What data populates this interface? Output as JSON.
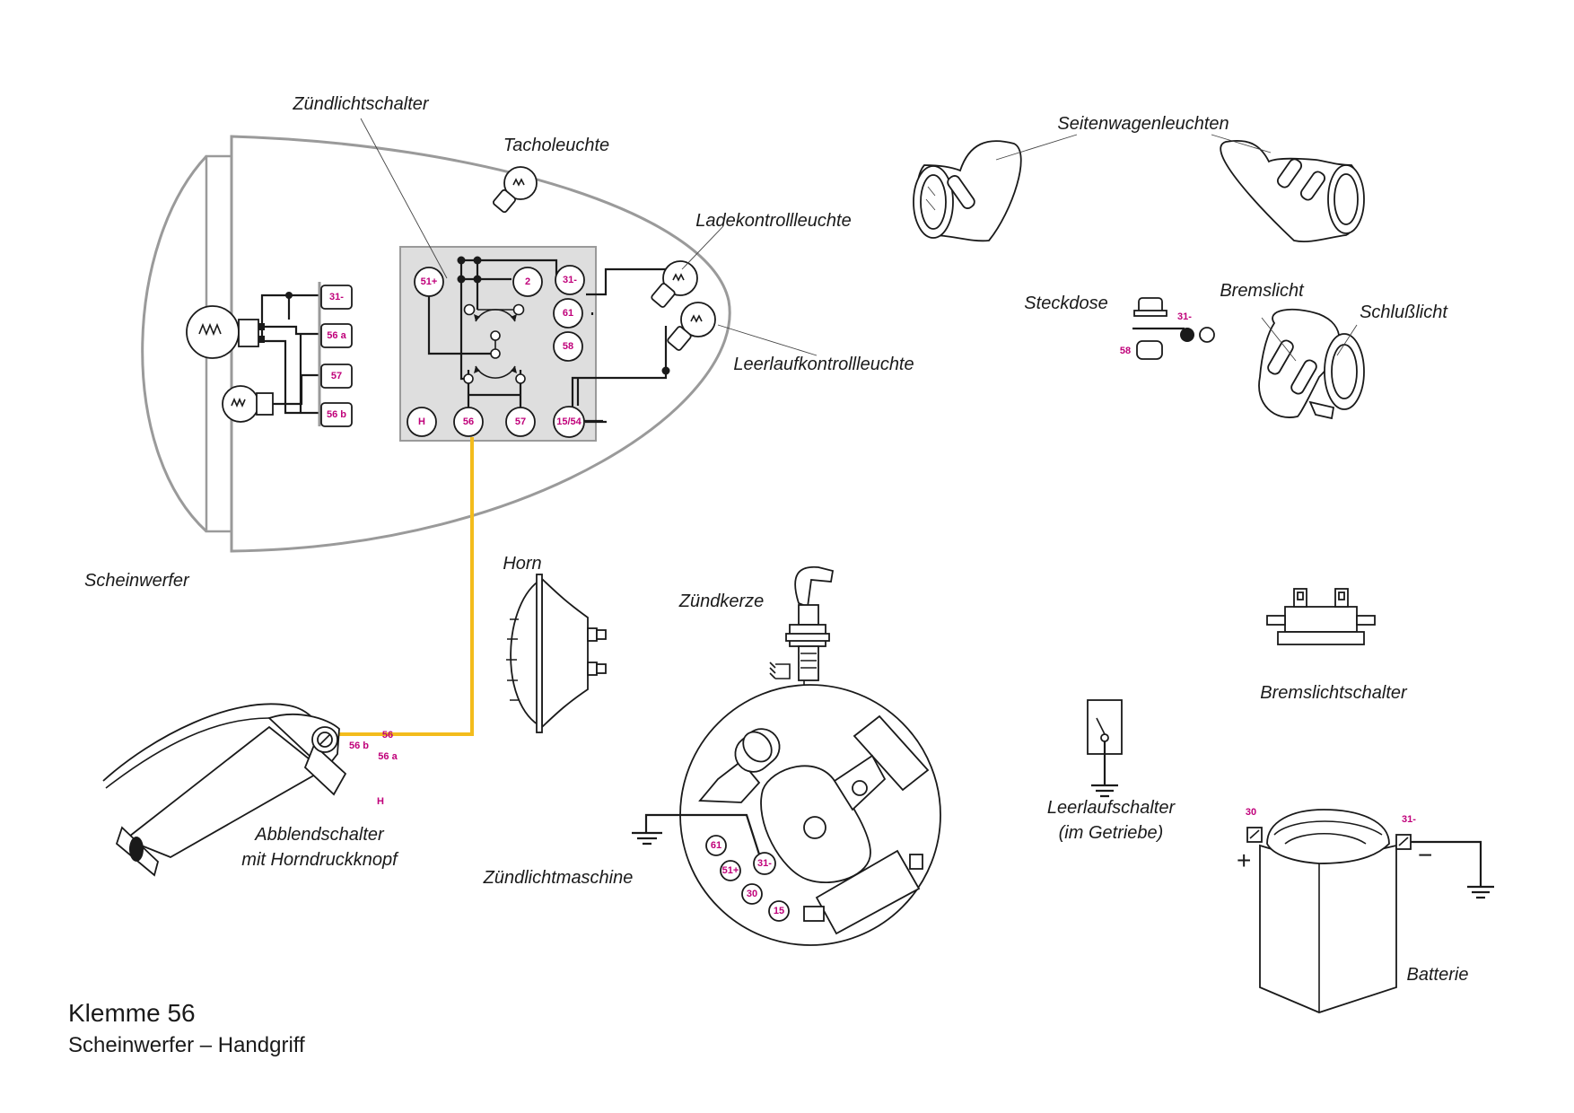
{
  "title": {
    "heading": "Klemme 56",
    "subheading": "Scheinwerfer – Handgriff"
  },
  "colors": {
    "highlight_wire": "#f3bc1c",
    "terminal_text": "#c0007a",
    "housing": "#9a9a9a",
    "switch_panel": "#dedede"
  },
  "labels": {
    "zuendlichtschalter": "Zündlichtschalter",
    "tacholeuchte": "Tacholeuchte",
    "ladekontrollleuchte": "Ladekontrollleuchte",
    "leerlaufkontrollleuchte": "Leerlaufkontrollleuchte",
    "scheinwerfer": "Scheinwerfer",
    "seitenwagenleuchten": "Seitenwagenleuchten",
    "steckdose": "Steckdose",
    "bremslicht": "Bremslicht",
    "schlusslicht": "Schlußlicht",
    "horn": "Horn",
    "zuendkerze": "Zündkerze",
    "abblendschalter_1": "Abblendschalter",
    "abblendschalter_2": "mit Horndruckknopf",
    "zuendlichtmaschine": "Zündlichtmaschine",
    "leerlaufschalter_1": "Leerlaufschalter",
    "leerlaufschalter_2": "(im Getriebe)",
    "bremslichtschalter": "Bremslichtschalter",
    "batterie": "Batterie"
  },
  "terminals": {
    "headlight_strip": [
      "31-",
      "56 a",
      "57",
      "56 b"
    ],
    "switch_block": {
      "t51": "51+",
      "t2": "2",
      "t31": "31-",
      "t61": "61",
      "t58": "58",
      "tH": "H",
      "t56": "56",
      "t57": "57",
      "t1554": "15/54"
    },
    "steckdose": [
      "31-",
      "58"
    ],
    "handlebar": [
      "56",
      "56 b",
      "56 a",
      "H"
    ],
    "generator": [
      "61",
      "51+",
      "31-",
      "30",
      "15"
    ],
    "battery": [
      "30",
      "31-"
    ]
  },
  "battery_symbols": {
    "plus": "+",
    "minus": "−"
  }
}
